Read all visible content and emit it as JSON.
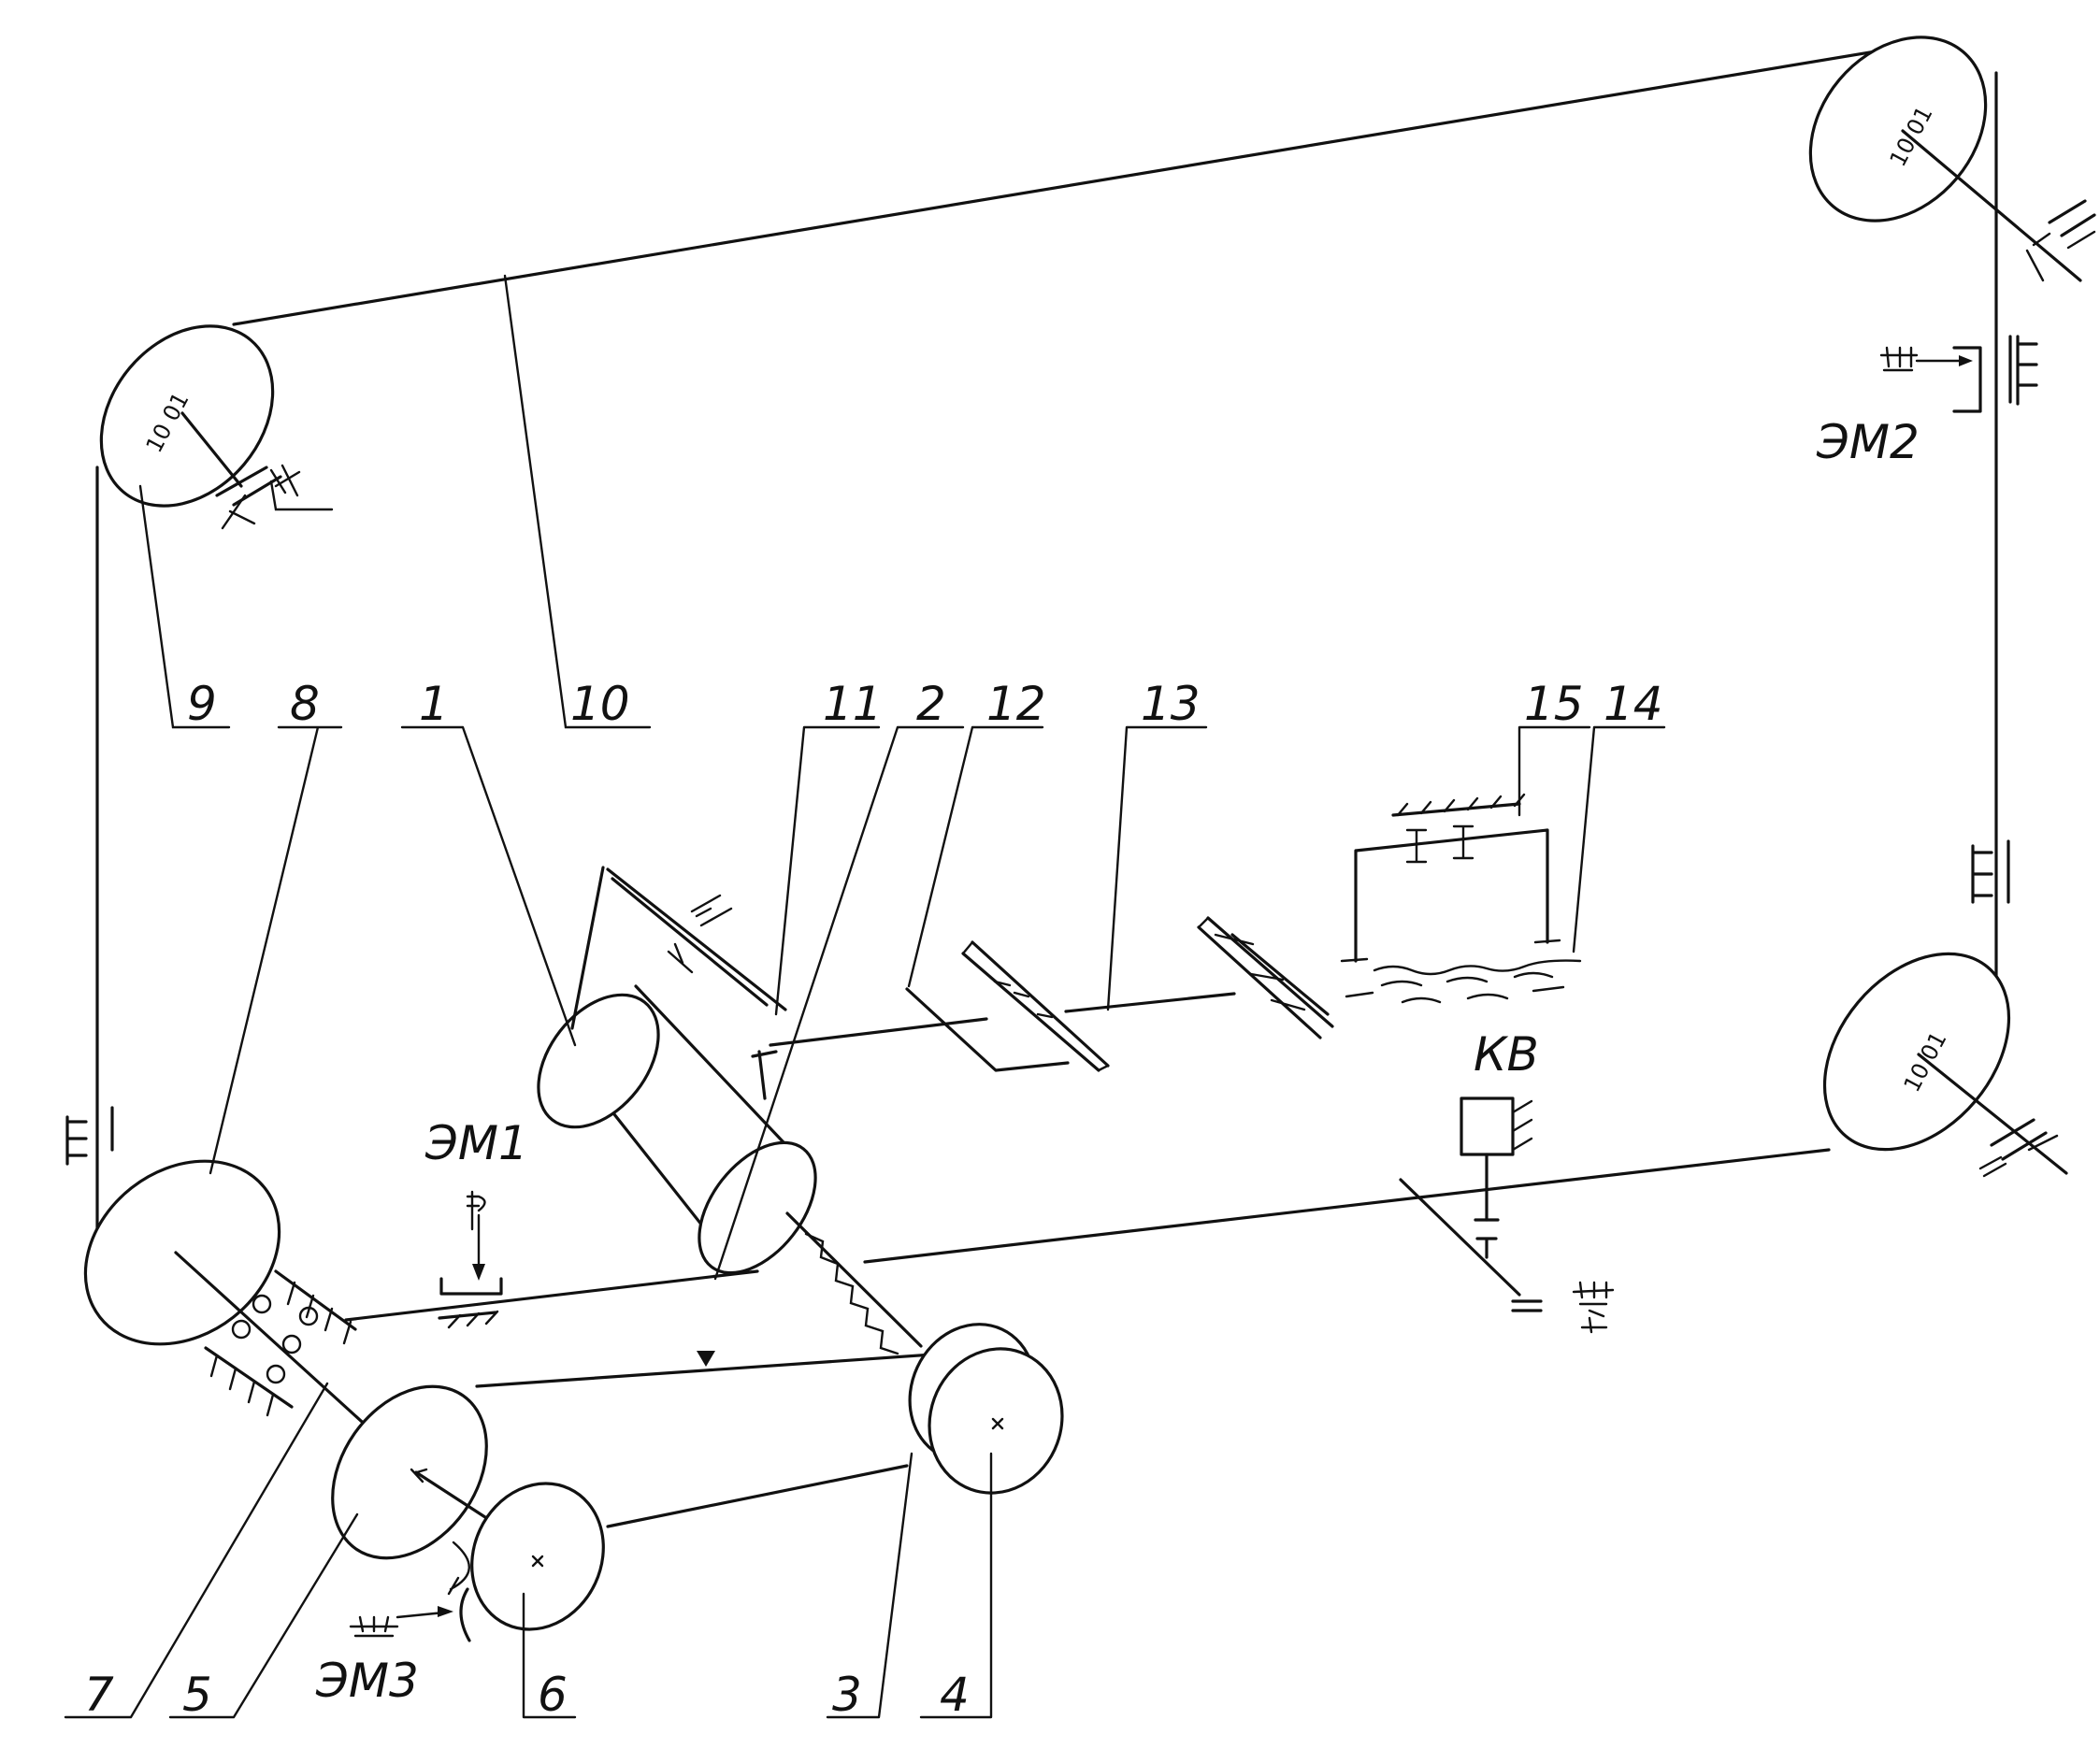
{
  "diagram": {
    "callouts": {
      "c1": "1",
      "c2": "2",
      "c3": "3",
      "c4": "4",
      "c5": "5",
      "c6": "6",
      "c7": "7",
      "c8": "8",
      "c9": "9",
      "c10": "10",
      "c11": "11",
      "c12": "12",
      "c13": "13",
      "c14": "14",
      "c15": "15"
    },
    "symbols": {
      "em1": "ЭМ1",
      "em2": "ЭМ2",
      "em3": "ЭМ3",
      "kv": "КВ"
    },
    "cable_winding_mark": "10 01"
  }
}
